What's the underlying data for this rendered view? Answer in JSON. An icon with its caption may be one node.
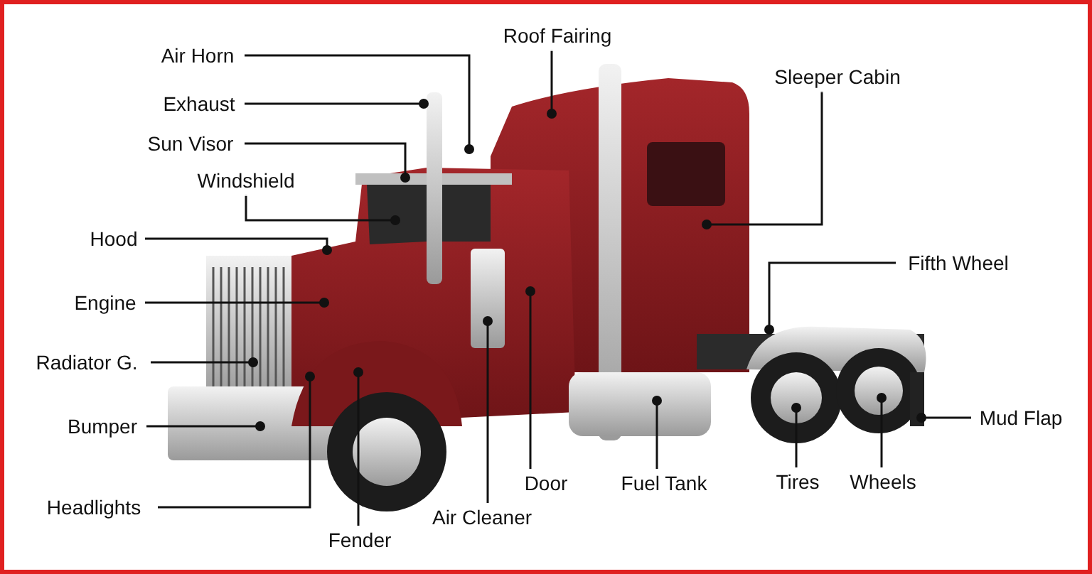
{
  "diagram": {
    "nodes": [
      {
        "text": [
          "Air Horn"
        ]
      },
      {
        "text": [
          "Roof Fairing"
        ]
      },
      {
        "text": [
          "Sleeper Cabin"
        ]
      },
      {
        "text": [
          "Exhaust"
        ]
      },
      {
        "text": [
          "Sun Visor"
        ]
      },
      {
        "text": [
          "Windshield"
        ]
      },
      {
        "text": [
          "Hood"
        ]
      },
      {
        "text": [
          "Engine"
        ]
      },
      {
        "text": [
          "Radiator G."
        ]
      },
      {
        "text": [
          "Bumper"
        ]
      },
      {
        "text": [
          "Headlights"
        ]
      },
      {
        "text": [
          "Fender"
        ]
      },
      {
        "text": [
          "Air Cleaner"
        ]
      },
      {
        "text": [
          "Door"
        ]
      },
      {
        "text": [
          "Fuel Tank"
        ]
      },
      {
        "text": [
          "Tires"
        ]
      },
      {
        "text": [
          "Wheels"
        ]
      },
      {
        "text": [
          "Mud Flap"
        ]
      },
      {
        "text": [
          "Fifth Wheel"
        ]
      }
    ],
    "edges": [
      {
        "from": 0,
        "to": null,
        "arrow": "other"
      },
      {
        "from": 1,
        "to": null,
        "arrow": "other"
      },
      {
        "from": 2,
        "to": null,
        "arrow": "other"
      },
      {
        "from": 3,
        "to": null,
        "arrow": "other"
      },
      {
        "from": 4,
        "to": null,
        "arrow": "other"
      },
      {
        "from": 5,
        "to": null,
        "arrow": "other"
      },
      {
        "from": 6,
        "to": null,
        "arrow": "other"
      },
      {
        "from": 7,
        "to": null,
        "arrow": "other"
      },
      {
        "from": 8,
        "to": null,
        "arrow": "other"
      },
      {
        "from": 9,
        "to": null,
        "arrow": "other"
      },
      {
        "from": 10,
        "to": null,
        "arrow": "other"
      },
      {
        "from": 11,
        "to": null,
        "arrow": "other"
      },
      {
        "from": 12,
        "to": null,
        "arrow": "other"
      },
      {
        "from": 13,
        "to": null,
        "arrow": "other"
      },
      {
        "from": 14,
        "to": null,
        "arrow": "other"
      },
      {
        "from": 15,
        "to": null,
        "arrow": "other"
      },
      {
        "from": 16,
        "to": null,
        "arrow": "other"
      },
      {
        "from": 17,
        "to": null,
        "arrow": "other"
      },
      {
        "from": 18,
        "to": null,
        "arrow": "other"
      }
    ]
  }
}
